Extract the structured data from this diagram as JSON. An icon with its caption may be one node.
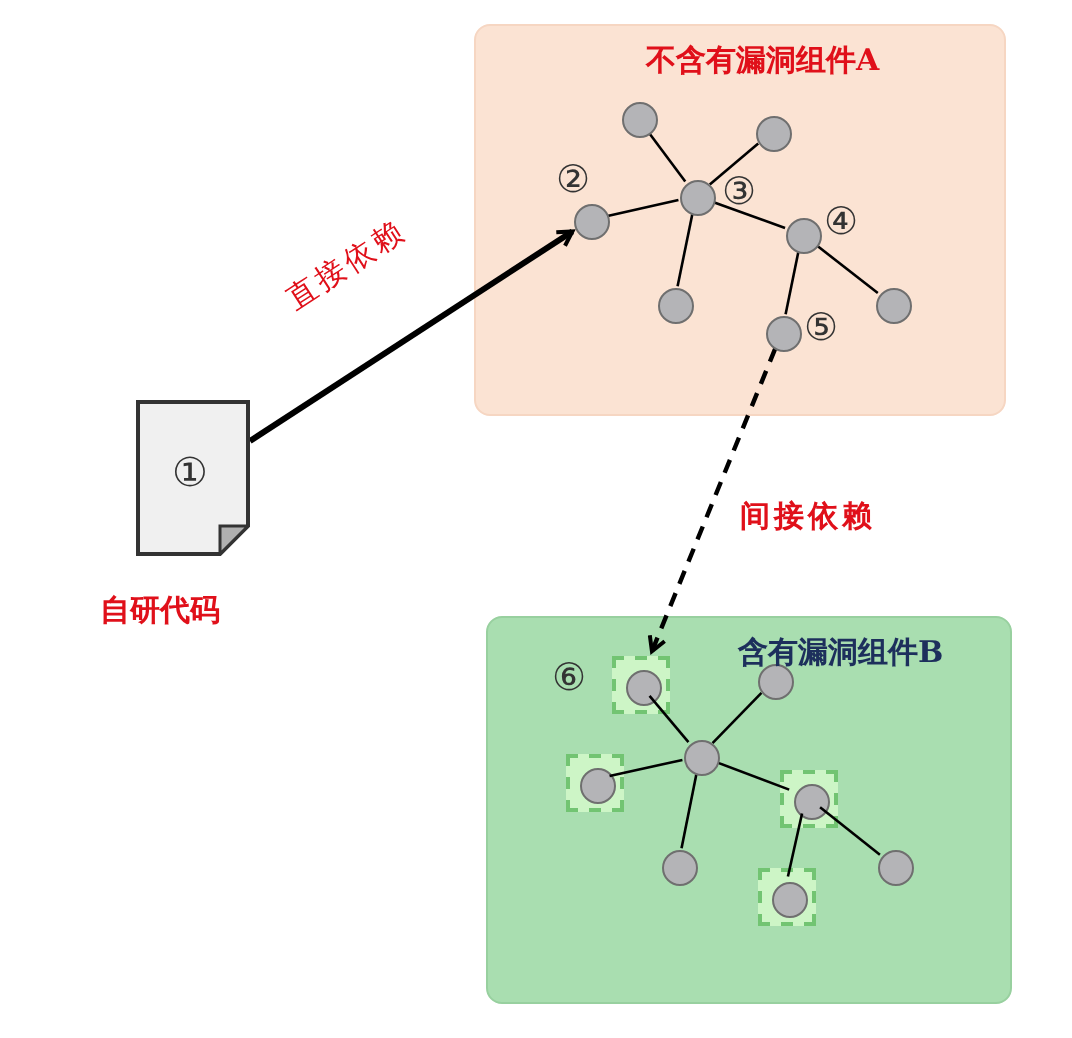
{
  "diagram": {
    "nodes": [
      {
        "text": [
          "不含有漏洞组件A"
        ]
      },
      {
        "text": [],
        "shape": "circle",
        "in": 0
      },
      {
        "text": [],
        "shape": "circle",
        "in": 0
      },
      {
        "text": [],
        "shape": "circle",
        "in": 0,
        "beside": [
          "②"
        ]
      },
      {
        "text": [],
        "shape": "circle",
        "in": 0,
        "beside": [
          "③"
        ]
      },
      {
        "text": [],
        "shape": "circle",
        "in": 0,
        "beside": [
          "④"
        ]
      },
      {
        "text": [],
        "shape": "circle",
        "in": 0
      },
      {
        "text": [],
        "shape": "circle",
        "in": 0
      },
      {
        "text": [],
        "shape": "circle",
        "in": 0,
        "beside": [
          "⑤"
        ]
      },
      {
        "text": [
          "①"
        ],
        "beside": [
          "自研代码"
        ]
      },
      {
        "text": [
          "含有漏洞组件B"
        ]
      },
      {
        "text": [],
        "shape": "box",
        "in": 10
      },
      {
        "text": [],
        "shape": "circle",
        "in": 11,
        "beside": [
          "⑥"
        ]
      },
      {
        "text": [],
        "shape": "circle",
        "in": 10
      },
      {
        "text": [],
        "shape": "circle",
        "in": 10
      },
      {
        "text": [],
        "shape": "box",
        "in": 10
      },
      {
        "text": [],
        "shape": "circle",
        "in": 15
      },
      {
        "text": [],
        "shape": "box",
        "in": 10
      },
      {
        "text": [],
        "shape": "circle",
        "in": 17
      },
      {
        "text": [],
        "shape": "circle",
        "in": 10
      },
      {
        "text": [],
        "shape": "circle",
        "in": 10
      },
      {
        "text": [],
        "shape": "box",
        "in": 10
      },
      {
        "text": [],
        "shape": "circle",
        "in": 21
      }
    ],
    "edges": [
      {
        "from": 9,
        "to": 3,
        "arrow": "to",
        "label": "直接依赖",
        "style": "thick"
      },
      {
        "from": 8,
        "to": 11,
        "arrow": "to",
        "label": "间接依赖",
        "style": "dashed"
      },
      {
        "from": 4,
        "to": 1,
        "arrow": "none"
      },
      {
        "from": 4,
        "to": 2,
        "arrow": "none"
      },
      {
        "from": 4,
        "to": 3,
        "arrow": "none"
      },
      {
        "from": 4,
        "to": 5,
        "arrow": "none"
      },
      {
        "from": 4,
        "to": 6,
        "arrow": "none"
      },
      {
        "from": 5,
        "to": 7,
        "arrow": "none"
      },
      {
        "from": 5,
        "to": 8,
        "arrow": "none"
      },
      {
        "from": 14,
        "to": 12,
        "arrow": "none"
      },
      {
        "from": 14,
        "to": 13,
        "arrow": "none"
      },
      {
        "from": 14,
        "to": 16,
        "arrow": "none"
      },
      {
        "from": 14,
        "to": 18,
        "arrow": "none"
      },
      {
        "from": 14,
        "to": 19,
        "arrow": "none"
      },
      {
        "from": 18,
        "to": 20,
        "arrow": "none"
      },
      {
        "from": 18,
        "to": 22,
        "arrow": "none"
      }
    ]
  }
}
